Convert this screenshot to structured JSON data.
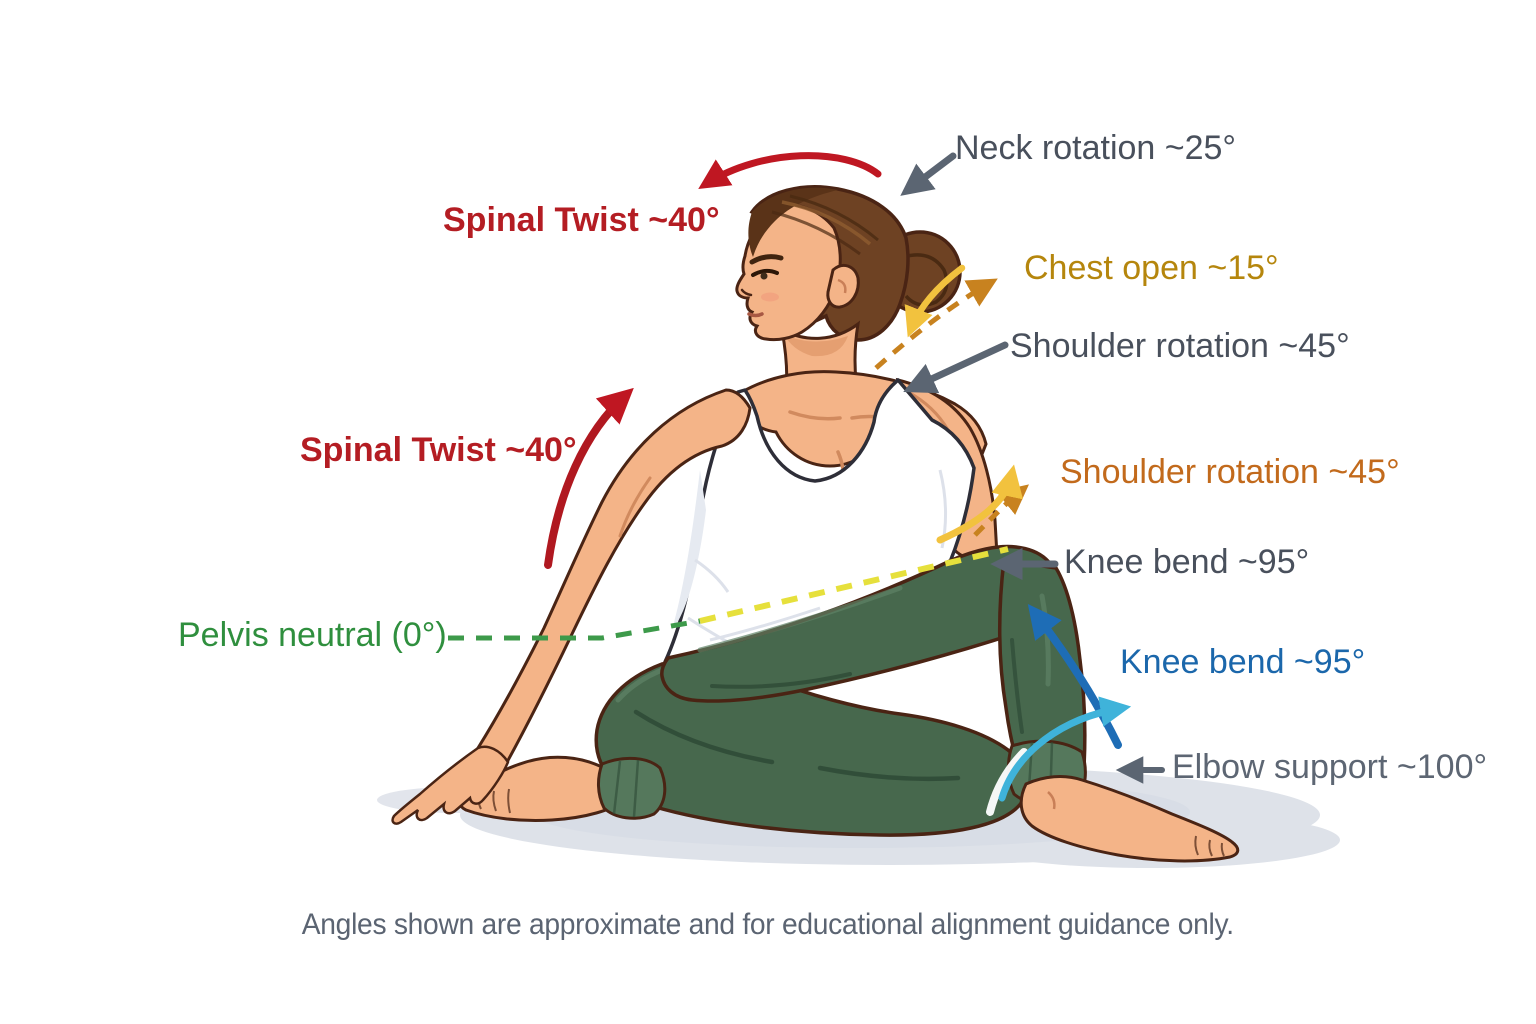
{
  "figure": {
    "description": "Illustrated woman in a seated spinal twist yoga pose, facing left, white tank top and dark green leggings, hair in a bun",
    "colors": {
      "skin": "#f4b488",
      "skin_shade": "#dd9465",
      "outline": "#4a2414",
      "hair": "#6e4223",
      "hair_dark": "#4a2a12",
      "tank_top": "#ffffff",
      "leggings": "#47684d",
      "leggings_dark": "#2e4a36",
      "leggings_light": "#5e8165",
      "floor_shadow": "#dee2e9"
    }
  },
  "annotations": [
    {
      "id": "neck_rotation",
      "label": "Neck rotation ~25°",
      "color": "#49505c",
      "arrow": "gray straight arrow to head"
    },
    {
      "id": "spinal_twist_top",
      "label": "Spinal Twist ~40°",
      "color": "#b41d23",
      "arrow": "red arc over head pointing left"
    },
    {
      "id": "chest_open",
      "label": "Chest open ~15°",
      "color": "#b5860d",
      "arrow": "orange dashed arrow up-right + yellow curve"
    },
    {
      "id": "shoulder_rotation_upper",
      "label": "Shoulder rotation ~45°",
      "color": "#49505c",
      "arrow": "gray straight arrow to shoulder"
    },
    {
      "id": "spinal_twist_mid",
      "label": "Spinal Twist ~40°",
      "color": "#b41d23",
      "arrow": "red arc along supporting arm"
    },
    {
      "id": "shoulder_rotation_lower",
      "label": "Shoulder rotation ~45°",
      "color": "#c26a1c",
      "arrow": "orange dashed arrow + yellow curve at armpit"
    },
    {
      "id": "knee_bend_upper",
      "label": "Knee bend ~95°",
      "color": "#49505c",
      "arrow": "gray straight arrow to knee"
    },
    {
      "id": "pelvis_neutral",
      "label": "Pelvis neutral (0°)",
      "color": "#2f8f3e",
      "arrow": "green dashed horizontal line to hip"
    },
    {
      "id": "knee_bend_lower",
      "label": "Knee bend ~95°",
      "color": "#1b67ab",
      "arrow": "blue arc from ankle to knee"
    },
    {
      "id": "elbow_support",
      "label": "Elbow support ~100°",
      "color": "#5d6673",
      "arrow": "cyan arc around ankle + small gray arrow"
    }
  ],
  "guide_lines": {
    "pelvis_dashed_color": "#3d9a4a",
    "thigh_dashed_color": "#e6e03c"
  },
  "caption": "Angles shown are approximate and for educational alignment guidance only."
}
